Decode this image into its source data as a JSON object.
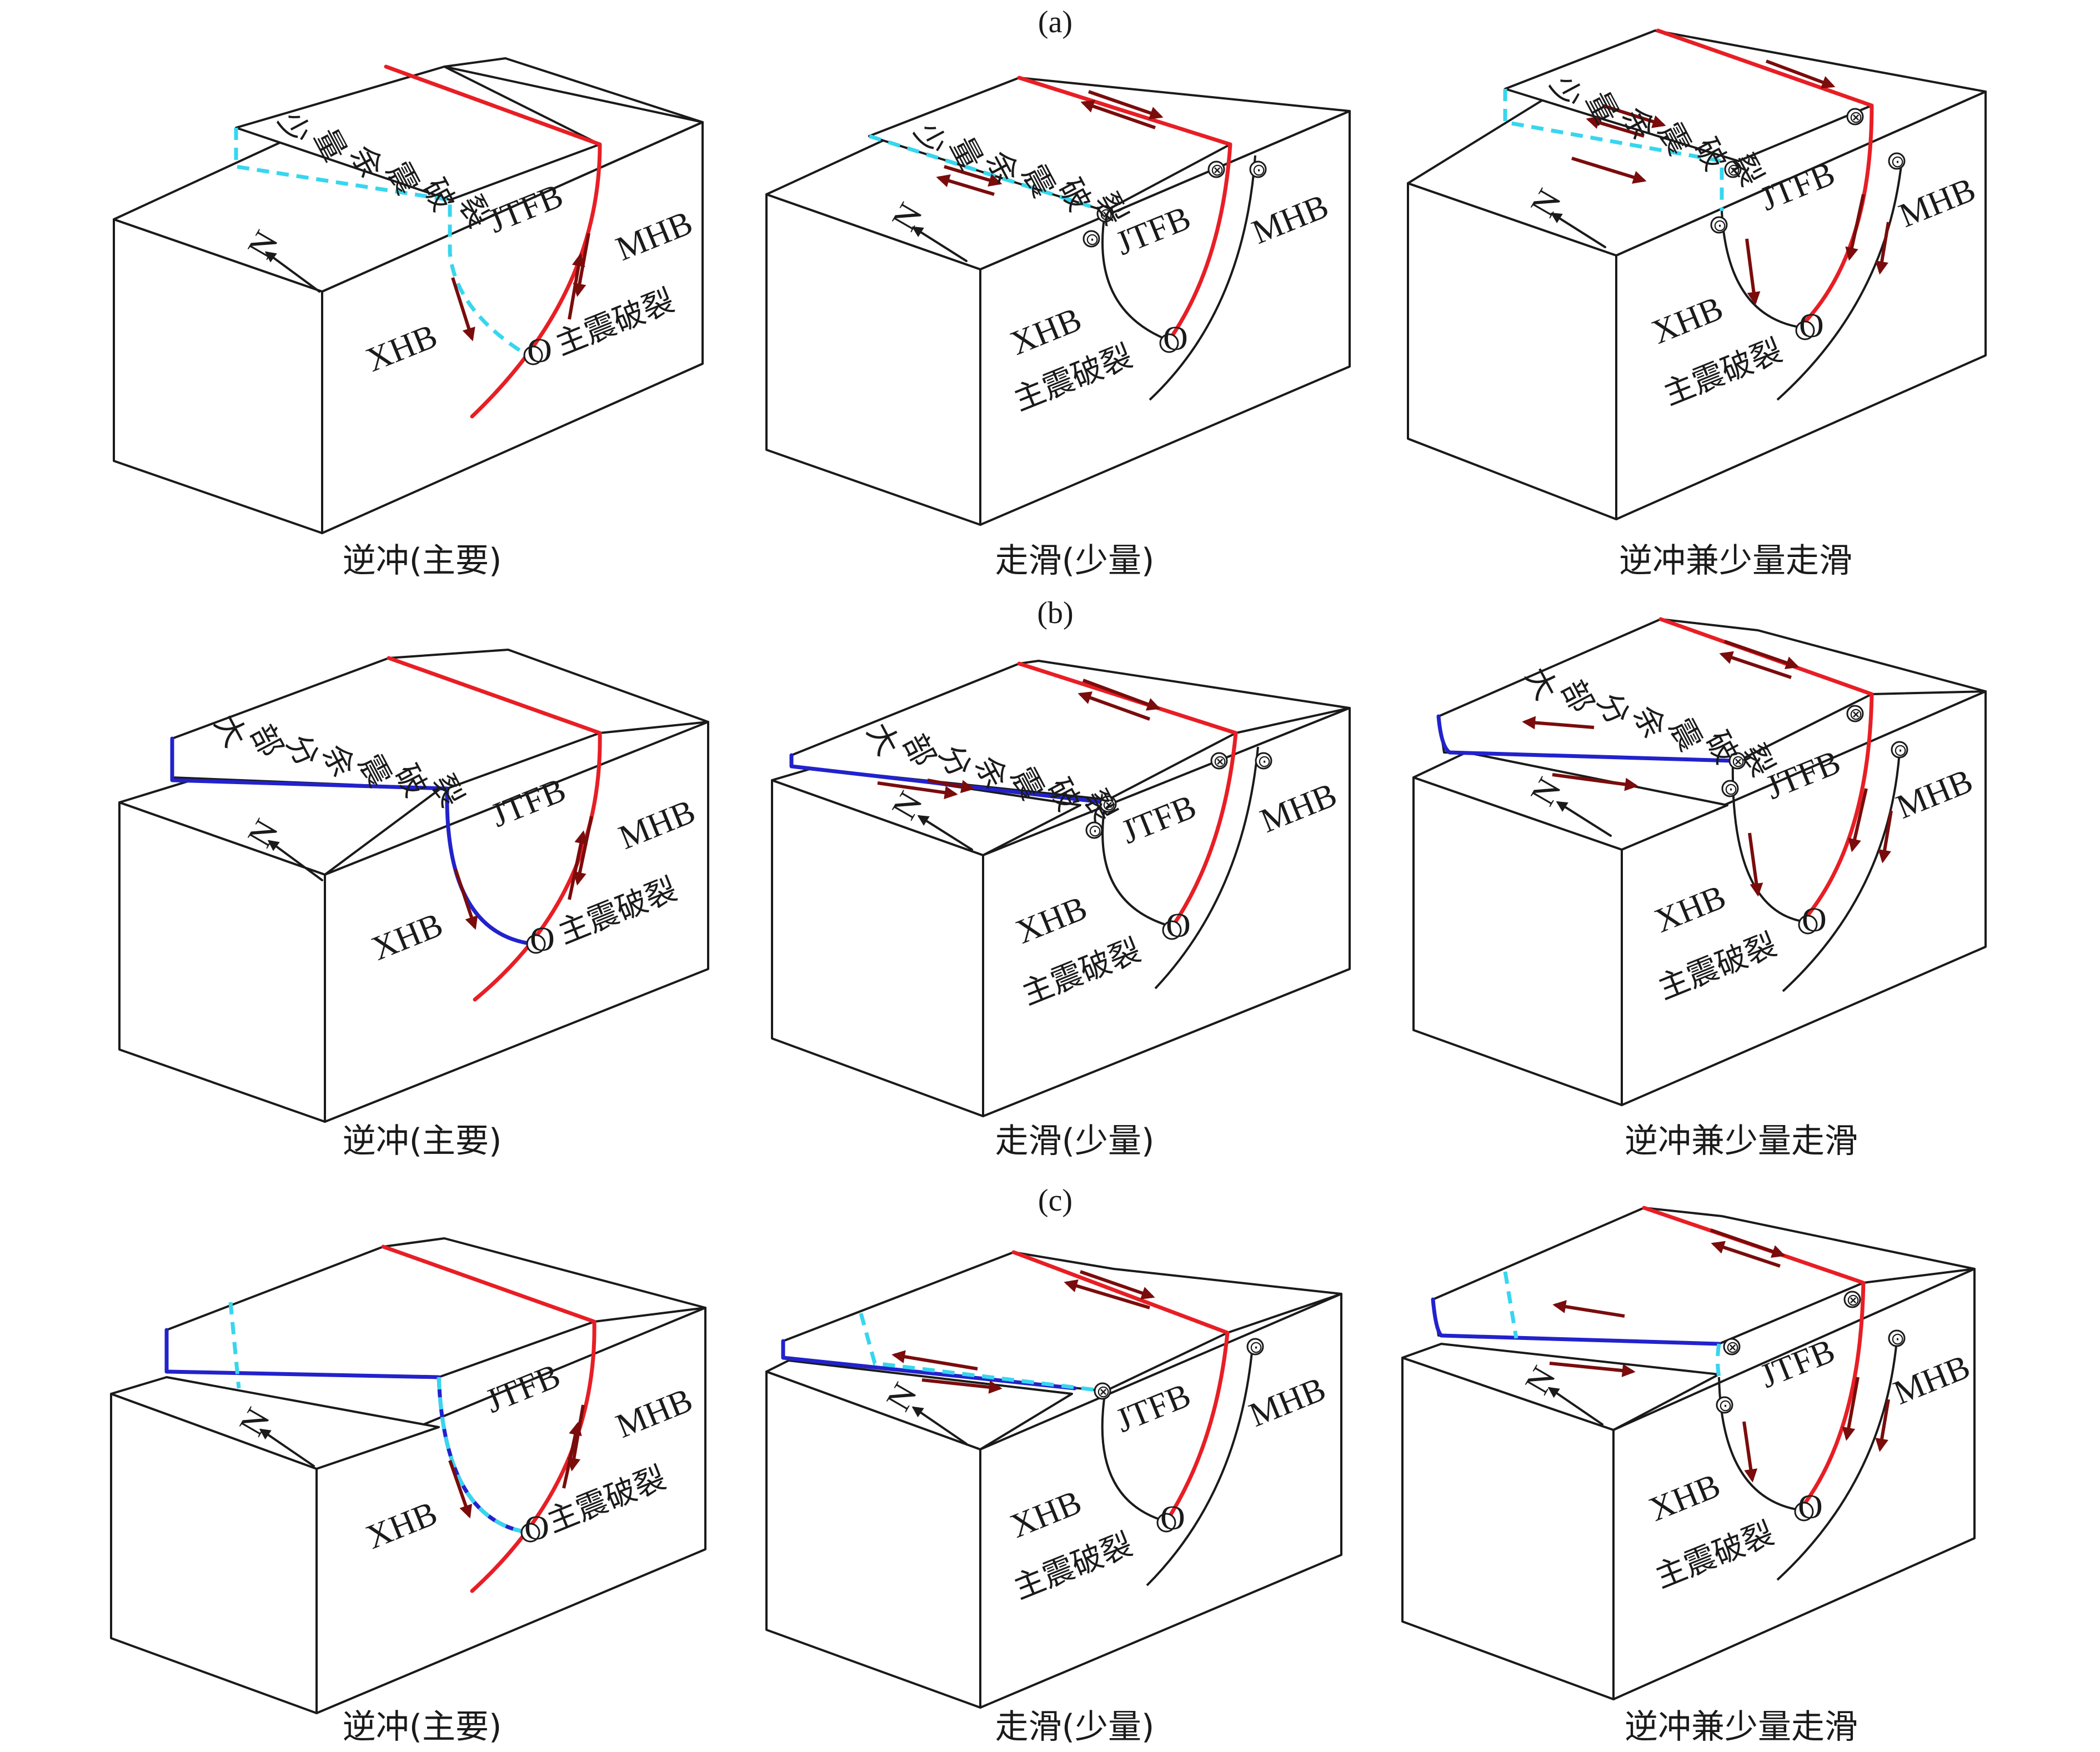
{
  "panels": [
    {
      "label": "(a)",
      "annotation_chars": [
        "少",
        "量",
        "余",
        "震",
        "破",
        "裂"
      ],
      "captions": [
        "逆冲(主要)",
        "走滑(少量)",
        "逆冲兼少量走滑"
      ]
    },
    {
      "label": "(b)",
      "annotation_chars": [
        "大",
        "部",
        "分",
        "余",
        "震",
        "破",
        "裂"
      ],
      "captions": [
        "逆冲(主要)",
        "走滑(少量)",
        "逆冲兼少量走滑"
      ]
    },
    {
      "label": "(c)",
      "captions": [
        "逆冲(主要)",
        "走滑(少量)",
        "逆冲兼少量走滑"
      ]
    }
  ],
  "block_labels": {
    "jtfb": "JTFB",
    "mhb": "MHB",
    "xhb": "XHB",
    "mainshock": "主震破裂",
    "north": "N",
    "origin": "O"
  },
  "colors": {
    "mainshock_rupture": "#e81e25",
    "aftershock_rupture_solid": "#2222cc",
    "aftershock_rupture_dashed": "#37d6ee",
    "slip_arrows": "#7a0c0c",
    "outline": "#1a1a1a"
  }
}
